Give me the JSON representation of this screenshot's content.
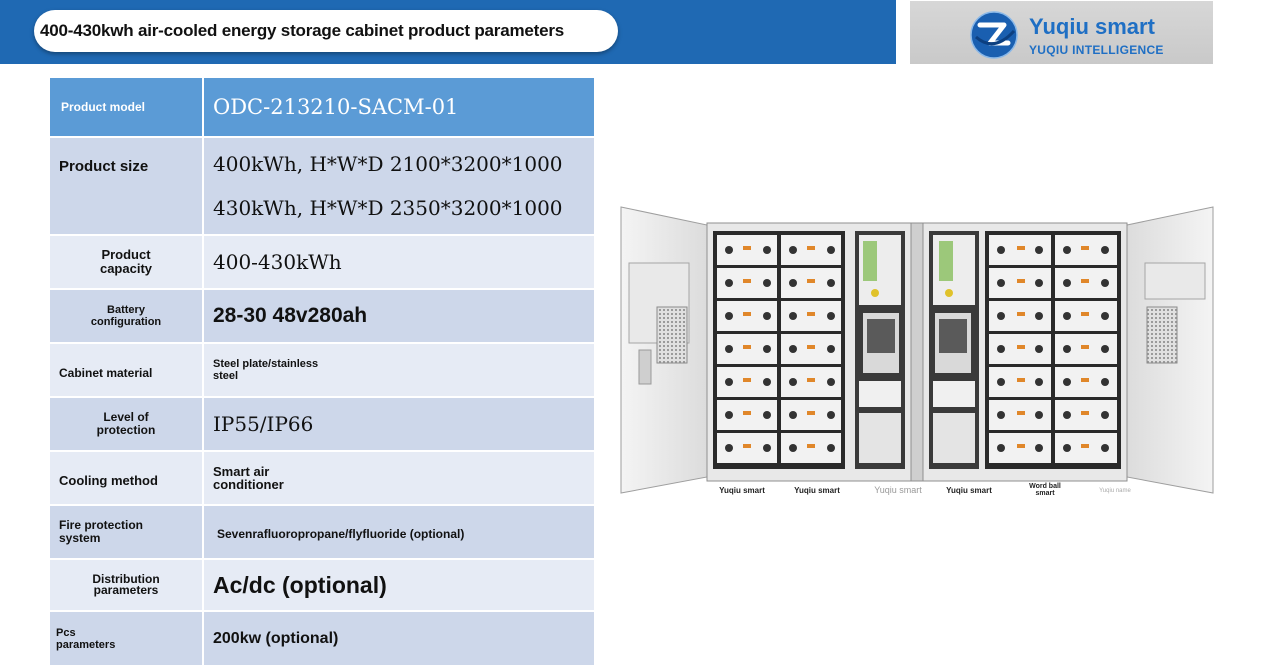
{
  "header": {
    "title": "400-430kwh air-cooled energy storage cabinet product parameters"
  },
  "logo": {
    "name": "Yuqiu smart",
    "subtitle": "YUQIU INTELLIGENCE"
  },
  "specs": {
    "product_model": {
      "label": "Product model",
      "value": "ODC-213210-SACM-01"
    },
    "product_size": {
      "label": "Product size",
      "value_1": "400kWh, H*W*D  2100*3200*1000",
      "value_2": "430kWh, H*W*D  2350*3200*1000"
    },
    "product_capacity": {
      "label_1": "Product",
      "label_2": "capacity",
      "value": "400-430kWh"
    },
    "battery_configuration": {
      "label_1": "Battery",
      "label_2": "configuration",
      "value": "28-30 48v280ah"
    },
    "cabinet_material": {
      "label": "Cabinet material",
      "value_1": "Steel plate/stainless",
      "value_2": "steel"
    },
    "level_of_protection": {
      "label_1": "Level of",
      "label_2": "protection",
      "value": "IP55/IP66"
    },
    "cooling_method": {
      "label": "Cooling method",
      "value_1": "Smart air",
      "value_2": "conditioner"
    },
    "fire_protection": {
      "label_1": "Fire protection",
      "label_2": "system",
      "value": "Sevenrafluoropropane/flyfluoride (optional)"
    },
    "distribution_parameters": {
      "label_1": "Distribution",
      "label_2": "parameters",
      "value": "Ac/dc (optional)"
    },
    "pcs_parameters": {
      "label_1": "Pcs",
      "label_2": "parameters",
      "value": "200kw (optional)"
    }
  },
  "product_image": {
    "captions": [
      "Yuqiu smart",
      "Yuqiu smart",
      "Yuqiu smart",
      "Yuqiu smart",
      "Word ball",
      "smart",
      "Yuqiu name"
    ]
  },
  "colors": {
    "header_band": "#1f69b3",
    "table_header": "#5b9bd6",
    "row_dark": "#cdd7ea",
    "row_light": "#e6ebf5",
    "brand_blue": "#1f6fc4"
  }
}
